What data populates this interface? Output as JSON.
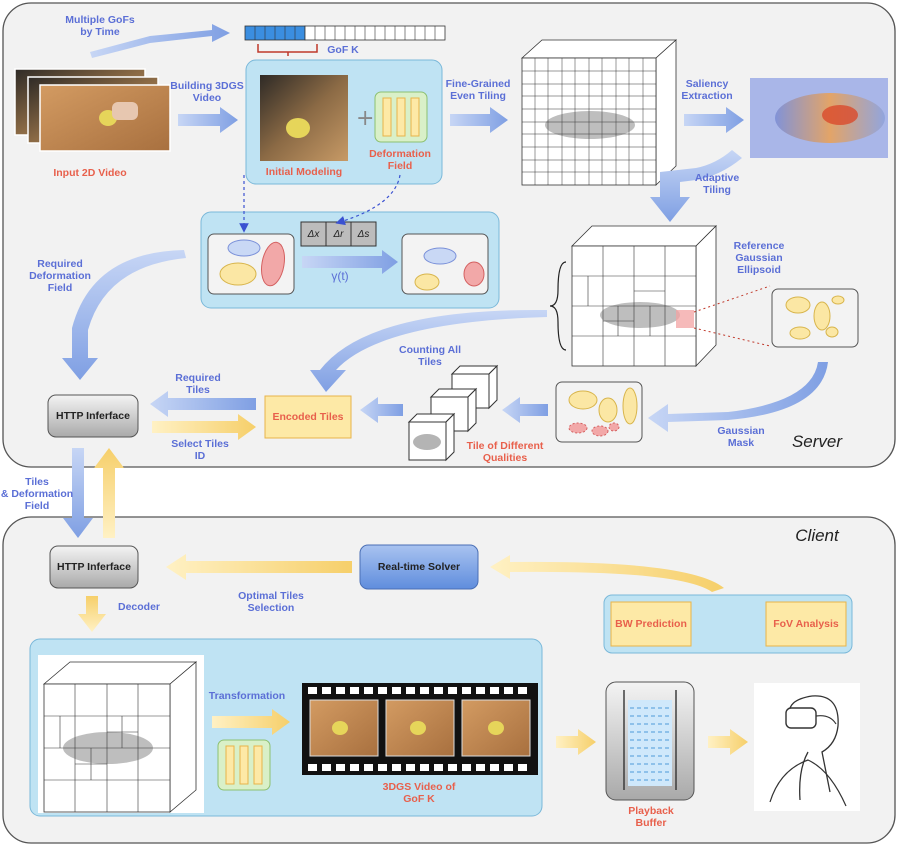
{
  "server": {
    "region_label": "Server",
    "multiple_gofs": "Multiple GoFs\nby Time",
    "gof_k": "GoF K",
    "input_video": "Input 2D Video",
    "building_3dgs": "Building 3DGS\nVideo",
    "initial_modeling": "Initial Modeling",
    "deformation_field": "Deformation\nField",
    "fine_grained": "Fine-Grained\nEven Tiling",
    "saliency": "Saliency\nExtraction",
    "adaptive_tiling": "Adaptive\nTiling",
    "reference_gaussian": "Reference\nGaussian\nEllipsoid",
    "required_deformation": "Required\nDeformation\nField",
    "delta_x": "Δx",
    "delta_r": "Δr",
    "delta_s": "Δs",
    "gamma": "γ(t)",
    "counting_all_tiles": "Counting All\nTiles",
    "required_tiles": "Required\nTiles",
    "select_tiles_id": "Select Tiles\nID",
    "http_interface": "HTTP Inferface",
    "encoded_tiles": "Encoded Tiles",
    "tile_qualities": "Tile of Different\nQualities",
    "gaussian_mask": "Gaussian\nMask"
  },
  "link": {
    "tiles_deformation": "Tiles\n& Deformation\nField"
  },
  "client": {
    "region_label": "Client",
    "http_interface": "HTTP Inferface",
    "realtime_solver": "Real-time Solver",
    "optimal_tiles": "Optimal Tiles\nSelection",
    "bw_prediction": "BW Prediction",
    "fov_analysis": "FoV Analysis",
    "decoder": "Decoder",
    "transformation": "Transformation",
    "video_gof_k": "3DGS Video of\nGoF K",
    "playback_buffer": "Playback\nBuffer"
  },
  "colors": {
    "region_bg": "#f2f2f2",
    "panel_bg": "#bfe3f3",
    "panel_border": "#7ab8d9",
    "label_blue": "#5b6fd6",
    "label_red": "#e8604c",
    "arrow_blue": "#9db4e8",
    "arrow_yellow": "#f8d98a",
    "yellow_box": "#fde9a6",
    "solver_blue": "#7ea6e6"
  }
}
